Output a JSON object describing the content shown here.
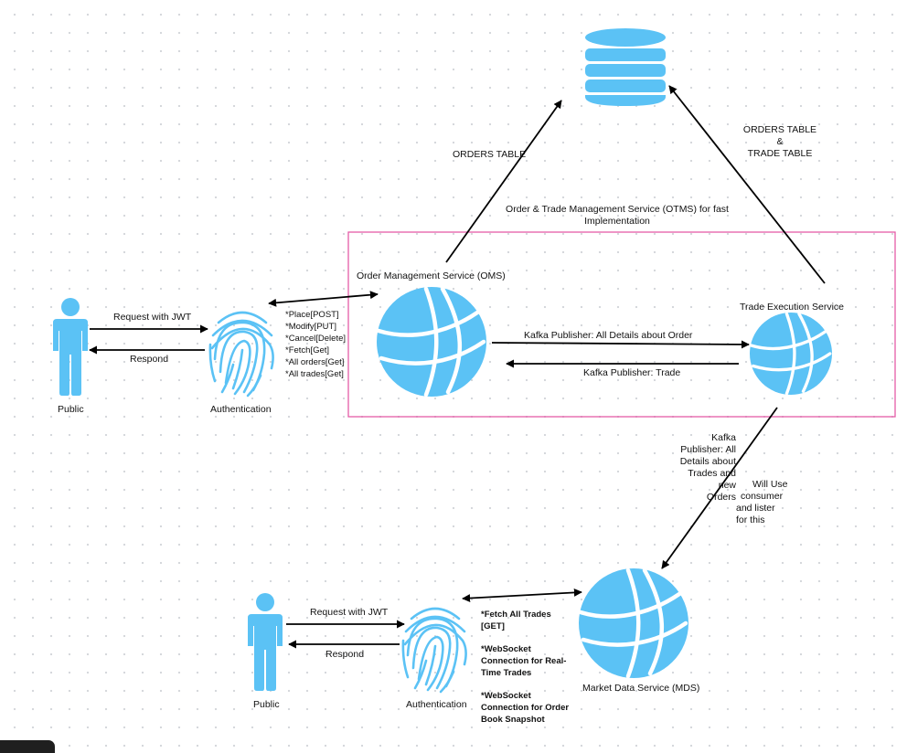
{
  "database": {
    "icon": "database-icon",
    "color": "#5bc2f5"
  },
  "colors": {
    "node": "#5bc2f5",
    "node_lines": "#ffffff",
    "arrow": "#000000",
    "group_border": "#e55ca8"
  },
  "group": {
    "title_line1": "Order & Trade Management Service (OTMS) for fast",
    "title_line2": "Implementation"
  },
  "edges": {
    "orders_table": "ORDERS TABLE",
    "orders_trade_table_line1": "ORDERS TABLE",
    "orders_trade_table_line2": "&",
    "orders_trade_table_line3": "TRADE TABLE",
    "kafka_order": "Kafka Publisher: All Details about Order",
    "kafka_trade": "Kafka Publisher: Trade",
    "kafka_mds_lines": [
      "Kafka",
      "Publisher: All",
      "Details about",
      "Trades and",
      "new",
      "Orders"
    ],
    "consumer_lines": [
      "Will Use",
      "consumer",
      "and lister",
      "for this"
    ]
  },
  "top_flow": {
    "user_label": "Public",
    "auth_label": "Authentication",
    "request_label": "Request with JWT",
    "respond_label": "Respond",
    "endpoints": [
      "*Place[POST]",
      "*Modify[PUT]",
      "*Cancel[Delete]",
      "*Fetch[Get]",
      "*All orders[Get]",
      "*All trades[Get]"
    ]
  },
  "oms": {
    "label": "Order Management Service (OMS)",
    "icon": "volleyball-icon"
  },
  "tes": {
    "label": "Trade Execution Service",
    "icon": "volleyball-icon"
  },
  "bottom_flow": {
    "user_label": "Public",
    "auth_label": "Authentication",
    "request_label": "Request with JWT",
    "respond_label": "Respond",
    "endpoints": [
      "*Fetch All Trades [GET]",
      "*WebSocket Connection for Real-Time Trades",
      "*WebSocket Connection for Order Book Snapshot"
    ]
  },
  "mds": {
    "label": "Market Data Service (MDS)",
    "icon": "volleyball-icon"
  }
}
